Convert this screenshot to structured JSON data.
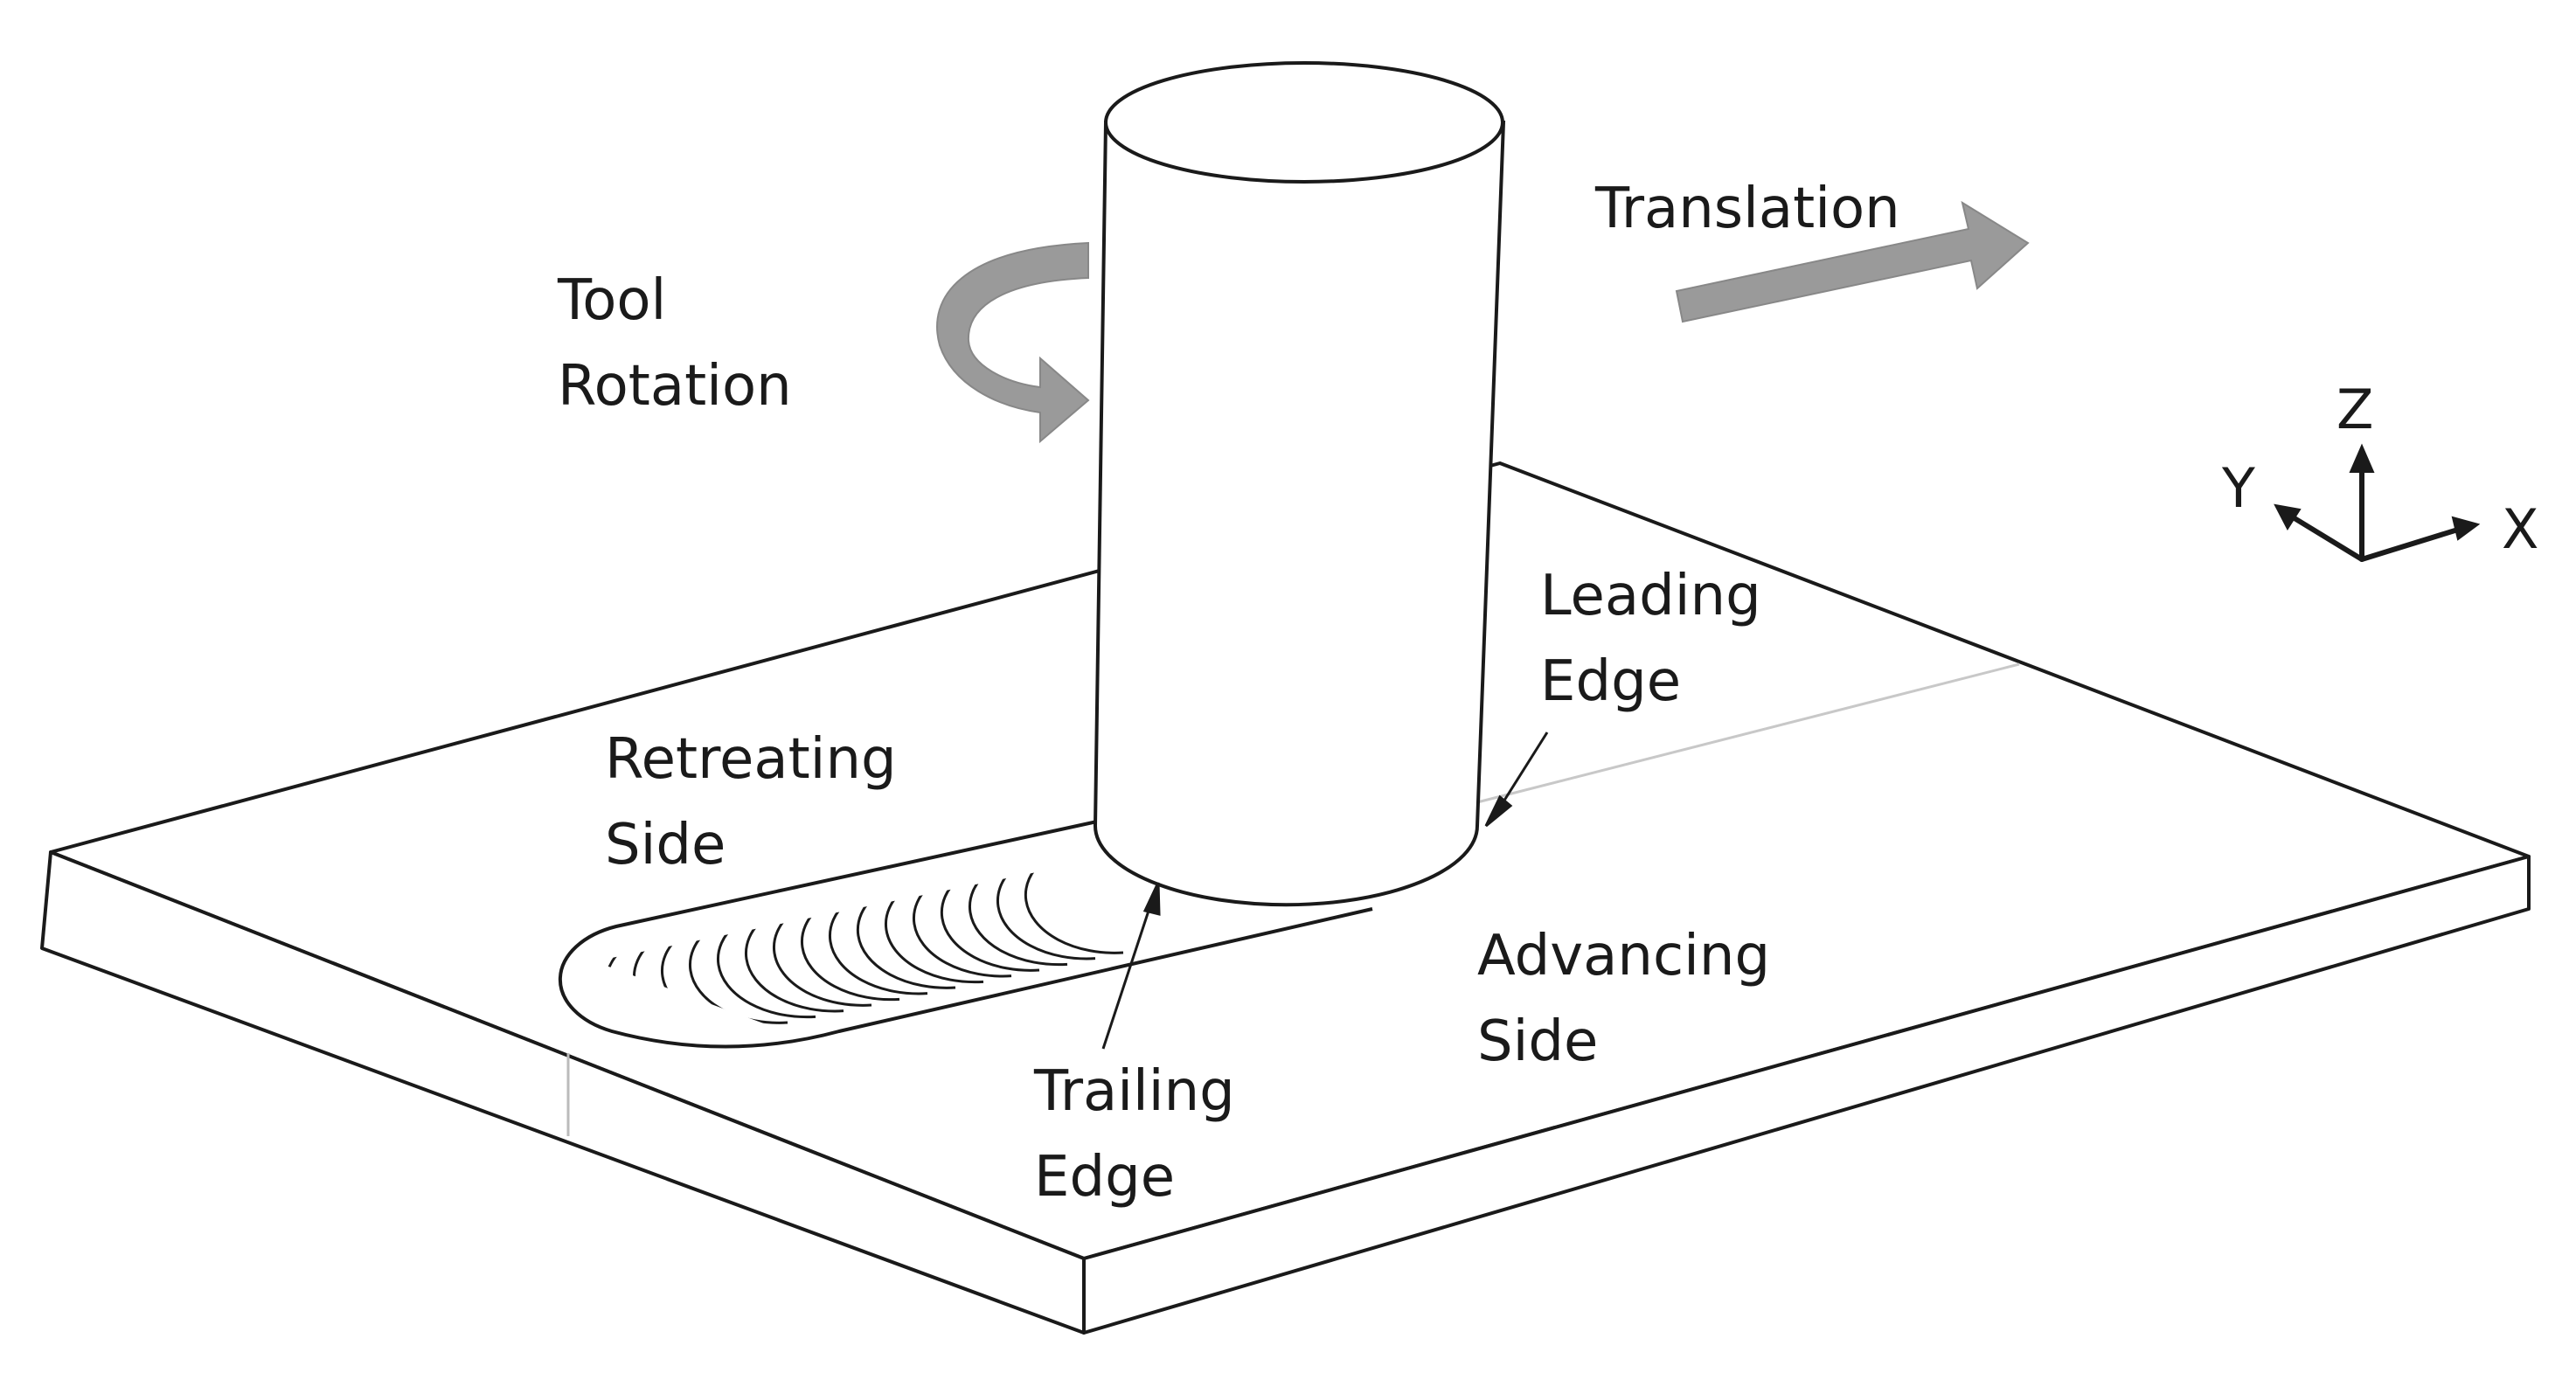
{
  "labels": {
    "translation": "Translation",
    "tool_rotation": [
      "Tool",
      "Rotation"
    ],
    "leading_edge": [
      "Leading",
      "Edge"
    ],
    "retreating_side": [
      "Retreating",
      "Side"
    ],
    "advancing_side": [
      "Advancing",
      "Side"
    ],
    "trailing_edge": [
      "Trailing",
      "Edge"
    ]
  },
  "axes": {
    "x": "X",
    "y": "Y",
    "z": "Z"
  },
  "colors": {
    "line": "#1a1a1a",
    "arrow_fill": "#9a9a9a",
    "background": "#ffffff"
  }
}
